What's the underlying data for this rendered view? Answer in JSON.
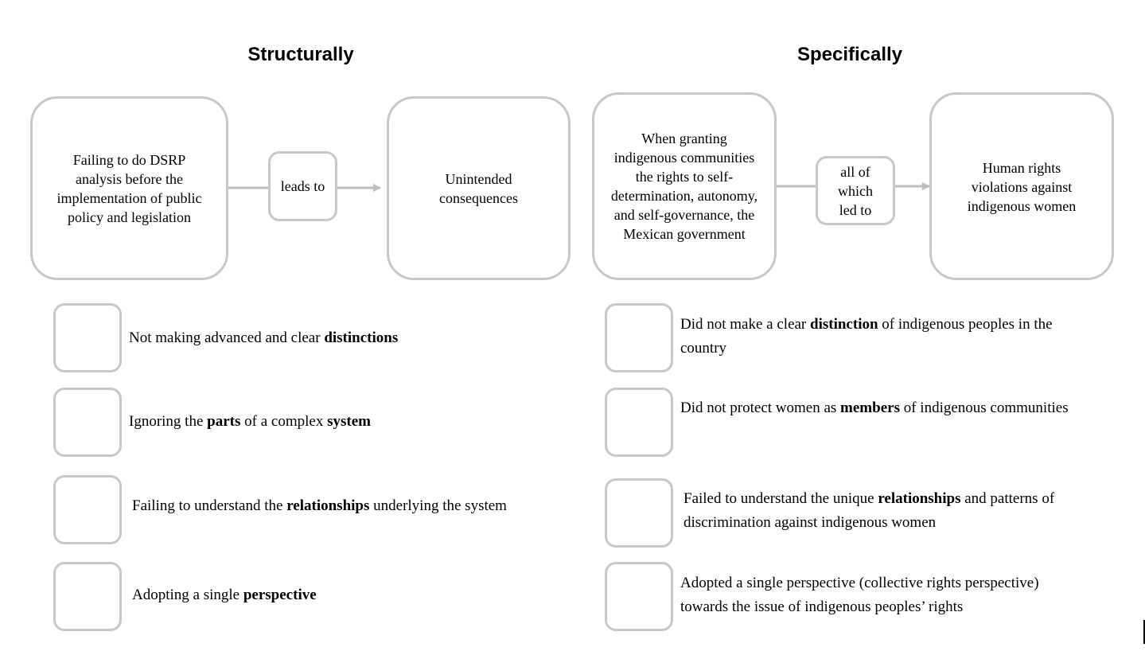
{
  "headings": {
    "left": "Structurally",
    "right": "Specifically"
  },
  "flow_left": {
    "cause": "Failing to do DSRP analysis before the implementation of public policy and legislation",
    "link": "leads to",
    "effect": "Unintended consequences"
  },
  "flow_right": {
    "cause": "When granting indigenous communities the rights to self-determination, autonomy, and self-governance, the Mexican government",
    "link": "all of which led to",
    "effect": "Human rights violations against indigenous women"
  },
  "left_items": [
    {
      "pre": "Not making advanced and clear ",
      "bold": "distinctions",
      "mid": "",
      "bold2": "",
      "post": ""
    },
    {
      "pre": "Ignoring the ",
      "bold": "parts",
      "mid": " of a complex ",
      "bold2": "system",
      "post": ""
    },
    {
      "pre": "Failing to understand the ",
      "bold": "relationships",
      "mid": " underlying the system",
      "bold2": "",
      "post": ""
    },
    {
      "pre": "Adopting a single ",
      "bold": "perspective",
      "mid": "",
      "bold2": "",
      "post": ""
    }
  ],
  "right_items": [
    {
      "pre": "Did not make a clear ",
      "bold": "distinction",
      "post": " of indigenous peoples in the country"
    },
    {
      "pre": "Did not protect women as ",
      "bold": "members",
      "post": " of indigenous communities"
    },
    {
      "pre": "Failed to understand the unique ",
      "bold": "relationships",
      "post": " and patterns of discrimination against indigenous women"
    },
    {
      "pre": "Adopted a single perspective (collective rights perspective) towards the issue of indigenous peoples’ rights",
      "bold": "",
      "post": ""
    }
  ],
  "colors": {
    "box_border": "#c8c8c8",
    "arrow": "#bdbdbd"
  }
}
